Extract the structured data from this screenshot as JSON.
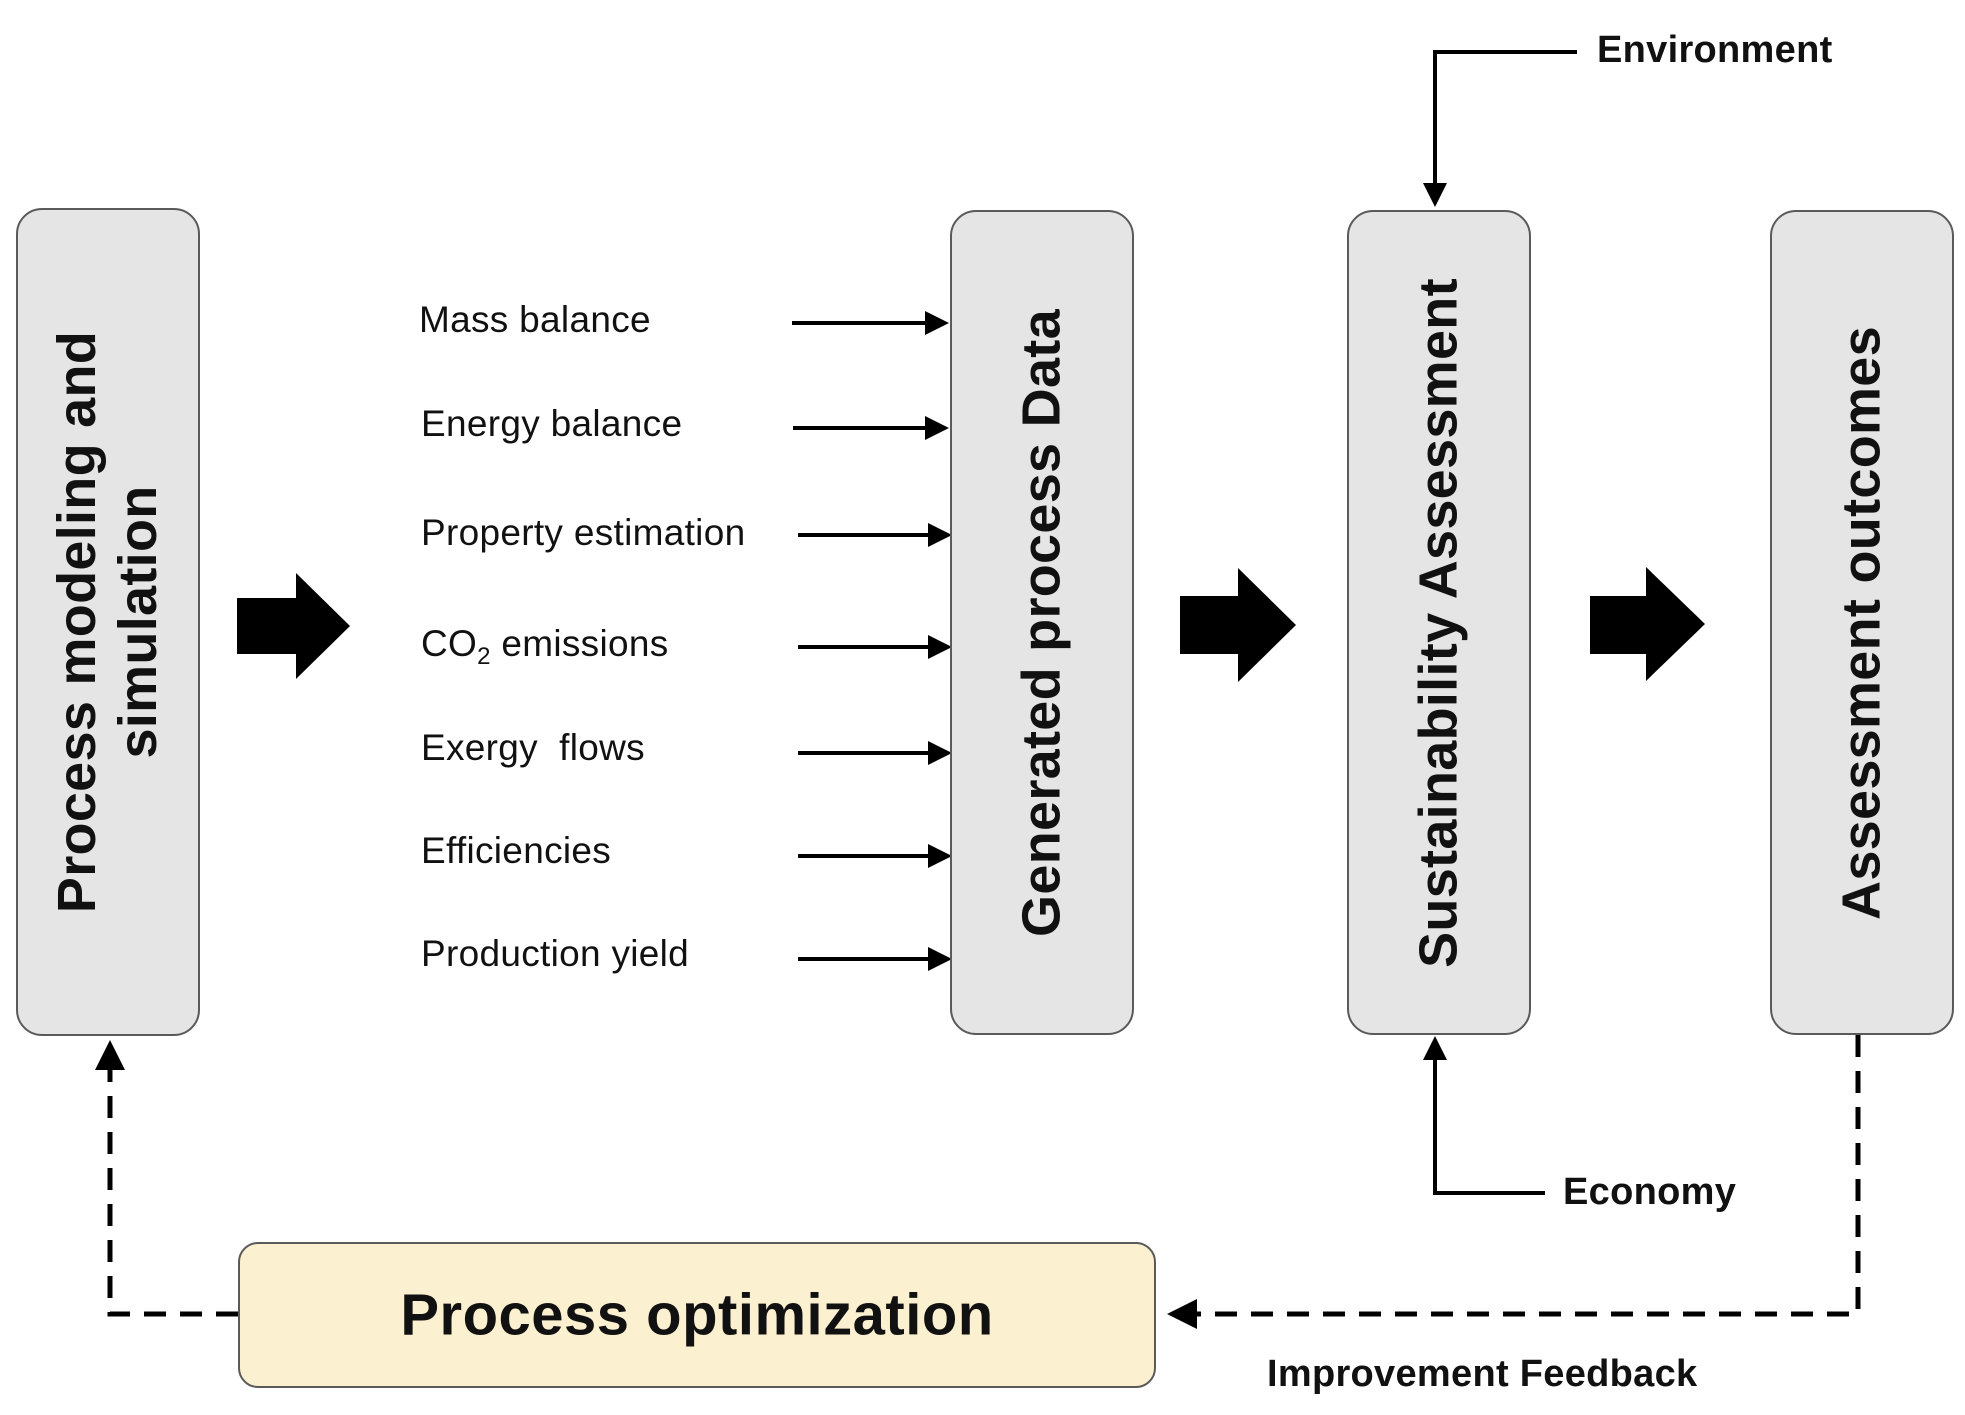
{
  "boxes": {
    "modeling": {
      "line1": "Process modeling and",
      "line2": "simulation"
    },
    "generated": "Generated process Data",
    "sustainability": "Sustainability Assessment",
    "outcomes": "Assessment outcomes",
    "optimization": "Process optimization"
  },
  "parameters": {
    "mass": "Mass balance",
    "energy": "Energy balance",
    "property": "Property estimation",
    "co2": {
      "prefix": "CO",
      "sub": "2",
      "suffix": " emissions"
    },
    "exergy": "Exergy  flows",
    "efficiencies": "Efficiencies",
    "yield": "Production yield"
  },
  "inputs": {
    "environment": "Environment",
    "economy": "Economy"
  },
  "feedback": "Improvement Feedback",
  "colors": {
    "box_fill": "#e5e5e5",
    "optimization_fill": "#fbf0cf",
    "border": "#5a5a5a",
    "arrow": "#000000"
  }
}
